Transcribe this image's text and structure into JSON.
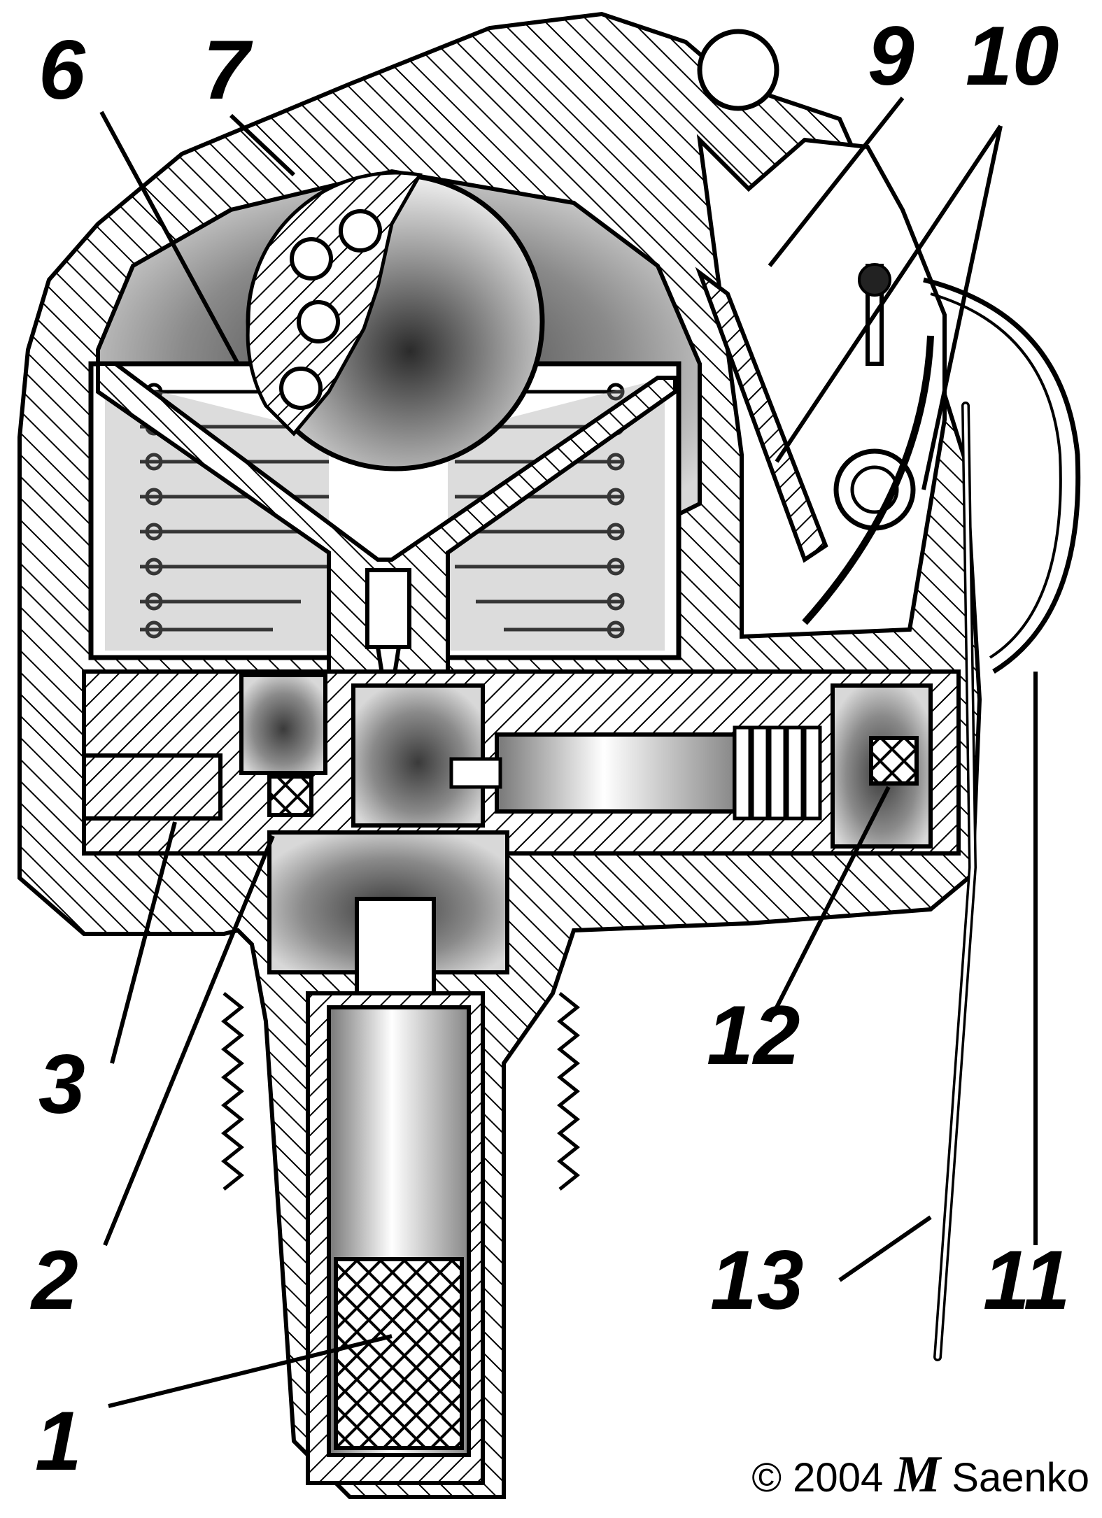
{
  "callouts": {
    "c1": "1",
    "c2": "2",
    "c3": "3",
    "c6": "6",
    "c7": "7",
    "c9": "9",
    "c10": "10",
    "c11": "11",
    "c12": "12",
    "c13": "13"
  },
  "copyright": {
    "symbol_year": "© 2004",
    "signature": "M",
    "name": "Saenko"
  },
  "colors": {
    "ink": "#000000",
    "paper": "#ffffff",
    "shade": "#8a8a8a"
  }
}
